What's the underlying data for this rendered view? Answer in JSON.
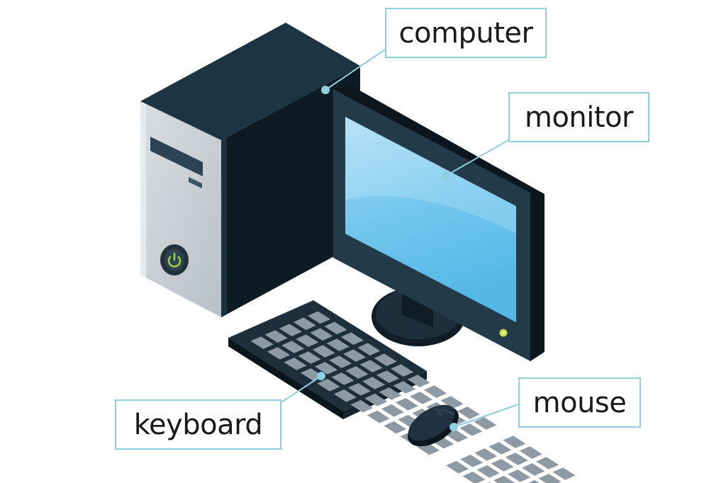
{
  "labels": {
    "computer": "computer",
    "monitor": "monitor",
    "keyboard": "keyboard",
    "mouse": "mouse"
  },
  "colors": {
    "label_border": "#8fcfe0",
    "leader_line": "#8fcfe0",
    "case_dark": "#162b38",
    "case_side": "#0c1a24",
    "case_front": "#c9cfd4",
    "screen": "#6cc6ec",
    "power_led": "#9ccf3a",
    "key": "#8d9aa3"
  },
  "icons": {
    "power": "power-icon"
  }
}
